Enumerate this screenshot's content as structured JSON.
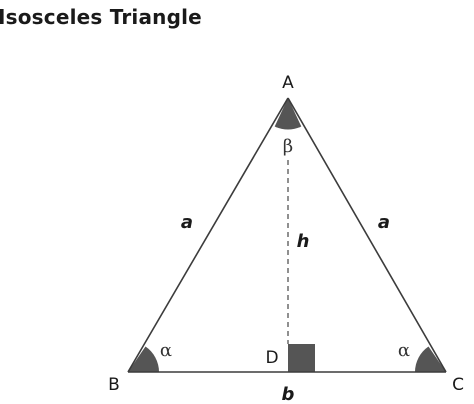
{
  "title": "Isosceles Triangle",
  "vertices": {
    "A": "A",
    "B": "B",
    "C": "C",
    "D": "D"
  },
  "sides": {
    "left": "a",
    "right": "a",
    "base": "b"
  },
  "height_label": "h",
  "angles": {
    "apex": "β",
    "base_left": "α",
    "base_right": "α"
  },
  "colors": {
    "line": "#3c3c3c",
    "angle_fill": "#555555",
    "dashed": "#555555"
  }
}
